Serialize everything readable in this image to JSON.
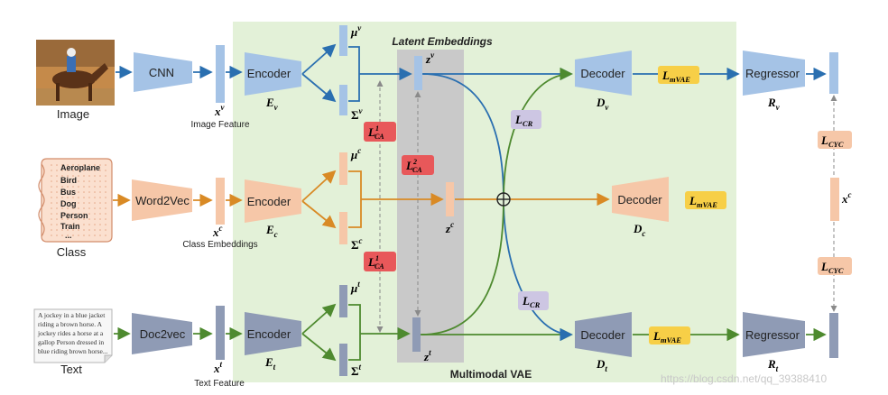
{
  "colors": {
    "green_panel": "#e3f1d8",
    "latent_band": "#c9c9c9",
    "image_blue": "#a5c3e6",
    "image_arrow": "#2a6fb0",
    "class_orange": "#f6c7a8",
    "class_arrow": "#d98a25",
    "text_gray": "#8f9bb5",
    "text_arrow": "#4e8a2f",
    "loss_red": "#e8585a",
    "loss_purple": "#cdc6e3",
    "loss_yellow": "#f7cf47",
    "loss_salmon": "#f6c7a8"
  },
  "labels": {
    "image": "Image",
    "class": "Class",
    "text": "Text",
    "image_feature": "Image Feature",
    "class_embeddings": "Class Embeddings",
    "text_feature": "Text Feature",
    "latent_embeddings": "Latent Embeddings",
    "multimodal_vae": "Multimodal VAE",
    "watermark": "https://blog.csdn.net/qq_39388410"
  },
  "blocks": {
    "cnn": "CNN",
    "word2vec": "Word2Vec",
    "doc2vec": "Doc2vec",
    "encoder": "Encoder",
    "decoder": "Decoder",
    "regressor": "Regressor"
  },
  "symbols": {
    "x_v": {
      "base": "x",
      "sup": "v"
    },
    "x_c": {
      "base": "x",
      "sup": "c"
    },
    "x_t": {
      "base": "x",
      "sup": "t"
    },
    "E_v": {
      "base": "E",
      "sub": "v"
    },
    "E_c": {
      "base": "E",
      "sub": "c"
    },
    "E_t": {
      "base": "E",
      "sub": "t"
    },
    "mu_v": {
      "base": "μ",
      "sup": "v"
    },
    "mu_c": {
      "base": "μ",
      "sup": "c"
    },
    "mu_t": {
      "base": "μ",
      "sup": "t"
    },
    "sigma_v": {
      "base": "Σ",
      "sup": "v"
    },
    "sigma_c": {
      "base": "Σ",
      "sup": "c"
    },
    "sigma_t": {
      "base": "Σ",
      "sup": "t"
    },
    "z_v": {
      "base": "z",
      "sup": "v"
    },
    "z_c": {
      "base": "z",
      "sup": "c"
    },
    "z_t": {
      "base": "z",
      "sup": "t"
    },
    "D_v": {
      "base": "D",
      "sub": "v"
    },
    "D_c": {
      "base": "D",
      "sub": "c"
    },
    "D_t": {
      "base": "D",
      "sub": "t"
    },
    "R_v": {
      "base": "R",
      "sub": "v"
    },
    "R_t": {
      "base": "R",
      "sub": "t"
    },
    "x_c_right": {
      "base": "x",
      "sup": "c"
    }
  },
  "losses": {
    "ca1_top": {
      "base": "L",
      "sup": "1",
      "sub": "CA"
    },
    "ca2": {
      "base": "L",
      "sup": "2",
      "sub": "CA"
    },
    "ca1_bottom": {
      "base": "L",
      "sup": "1",
      "sub": "CA"
    },
    "cr_top": {
      "base": "L",
      "sub": "CR"
    },
    "cr_bottom": {
      "base": "L",
      "sub": "CR"
    },
    "mvae_v": {
      "base": "L",
      "sub": "mVAE"
    },
    "mvae_c": {
      "base": "L",
      "sub": "mVAE"
    },
    "mvae_t": {
      "base": "L",
      "sub": "mVAE"
    },
    "cyc_top": {
      "base": "L",
      "sub": "CYC"
    },
    "cyc_bottom": {
      "base": "L",
      "sub": "CYC"
    }
  },
  "class_list": [
    "Aeroplane",
    "Bird",
    "Bus",
    "Dog",
    "Person",
    "Train",
    "..."
  ],
  "text_doc": [
    "A jockey in a blue jacket",
    "riding a brown horse. A",
    "jockey rides a horse at a",
    "gallop Person dressed in",
    "blue riding brown horse..."
  ],
  "icons": {
    "image_thumb": "horse-jockey-photo-icon",
    "class_scroll": "scroll-document-icon",
    "text_page": "text-document-icon",
    "fusion": "circle-plus-icon"
  }
}
